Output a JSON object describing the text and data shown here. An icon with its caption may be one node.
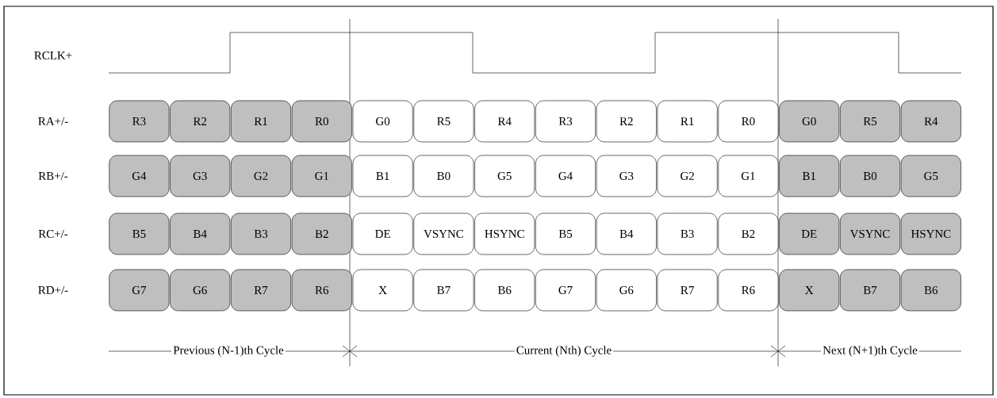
{
  "diagram": {
    "nodes": [
      {
        "text": [
          "R3"
        ]
      },
      {
        "text": [
          "R2"
        ]
      },
      {
        "text": [
          "R1"
        ]
      },
      {
        "text": [
          "R0"
        ]
      },
      {
        "text": [
          "G0"
        ]
      },
      {
        "text": [
          "R5"
        ]
      },
      {
        "text": [
          "R4"
        ]
      },
      {
        "text": [
          "R3"
        ]
      },
      {
        "text": [
          "R2"
        ]
      },
      {
        "text": [
          "R1"
        ]
      },
      {
        "text": [
          "R0"
        ]
      },
      {
        "text": [
          "G0"
        ]
      },
      {
        "text": [
          "R5"
        ]
      },
      {
        "text": [
          "R4"
        ]
      },
      {
        "text": [
          "G4"
        ]
      },
      {
        "text": [
          "G3"
        ]
      },
      {
        "text": [
          "G2"
        ]
      },
      {
        "text": [
          "G1"
        ]
      },
      {
        "text": [
          "B1"
        ]
      },
      {
        "text": [
          "B0"
        ]
      },
      {
        "text": [
          "G5"
        ]
      },
      {
        "text": [
          "G4"
        ]
      },
      {
        "text": [
          "G3"
        ]
      },
      {
        "text": [
          "G2"
        ]
      },
      {
        "text": [
          "G1"
        ]
      },
      {
        "text": [
          "B1"
        ]
      },
      {
        "text": [
          "B0"
        ]
      },
      {
        "text": [
          "G5"
        ]
      },
      {
        "text": [
          "B5"
        ]
      },
      {
        "text": [
          "B4"
        ]
      },
      {
        "text": [
          "B3"
        ]
      },
      {
        "text": [
          "B2"
        ]
      },
      {
        "text": [
          "DE"
        ]
      },
      {
        "text": [
          "VSYNC"
        ]
      },
      {
        "text": [
          "HSYNC"
        ]
      },
      {
        "text": [
          "B5"
        ]
      },
      {
        "text": [
          "B4"
        ]
      },
      {
        "text": [
          "B3"
        ]
      },
      {
        "text": [
          "B2"
        ]
      },
      {
        "text": [
          "DE"
        ]
      },
      {
        "text": [
          "VSYNC"
        ]
      },
      {
        "text": [
          "HSYNC"
        ]
      },
      {
        "text": [
          "G7"
        ]
      },
      {
        "text": [
          "G6"
        ]
      },
      {
        "text": [
          "R7"
        ]
      },
      {
        "text": [
          "R6"
        ]
      },
      {
        "text": [
          "X"
        ]
      },
      {
        "text": [
          "B7"
        ]
      },
      {
        "text": [
          "B6"
        ]
      },
      {
        "text": [
          "G7"
        ]
      },
      {
        "text": [
          "G6"
        ]
      },
      {
        "text": [
          "R7"
        ]
      },
      {
        "text": [
          "R6"
        ]
      },
      {
        "text": [
          "X"
        ]
      },
      {
        "text": [
          "B7"
        ]
      },
      {
        "text": [
          "B6"
        ]
      }
    ],
    "labels": [
      "RCLK+",
      "RA+/-",
      "RB+/-",
      "RC+/-",
      "RD+/-",
      "Previous (N-1)th Cycle",
      "Current (Nth) Cycle",
      "Next (N+1)th Cycle"
    ]
  }
}
